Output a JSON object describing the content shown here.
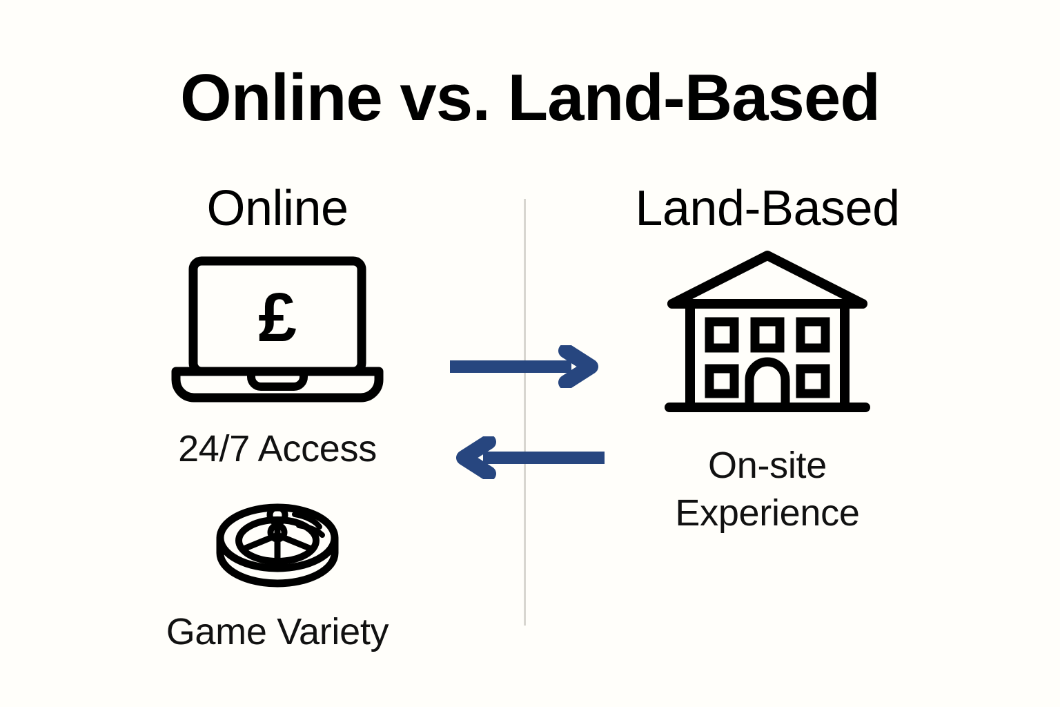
{
  "page": {
    "title": "Online vs. Land-Based",
    "background_color": "#fffefa",
    "text_color": "#0a0a0a",
    "accent_color": "#27467f",
    "divider_color": "#d8d6d0"
  },
  "columns": {
    "left": {
      "heading": "Online",
      "items": [
        {
          "icon": "laptop-pound-icon",
          "caption": "24/7 Access"
        },
        {
          "icon": "roulette-wheel-icon",
          "caption": "Game Variety"
        }
      ]
    },
    "right": {
      "heading": "Land-Based",
      "items": [
        {
          "icon": "casino-building-icon",
          "caption_line1": "On-site",
          "caption_line2": "Experience"
        }
      ]
    }
  },
  "arrows": [
    {
      "name": "arrow-online-to-landbased",
      "direction": "right",
      "color": "#27467f"
    },
    {
      "name": "arrow-landbased-to-online",
      "direction": "left",
      "color": "#27467f"
    }
  ]
}
